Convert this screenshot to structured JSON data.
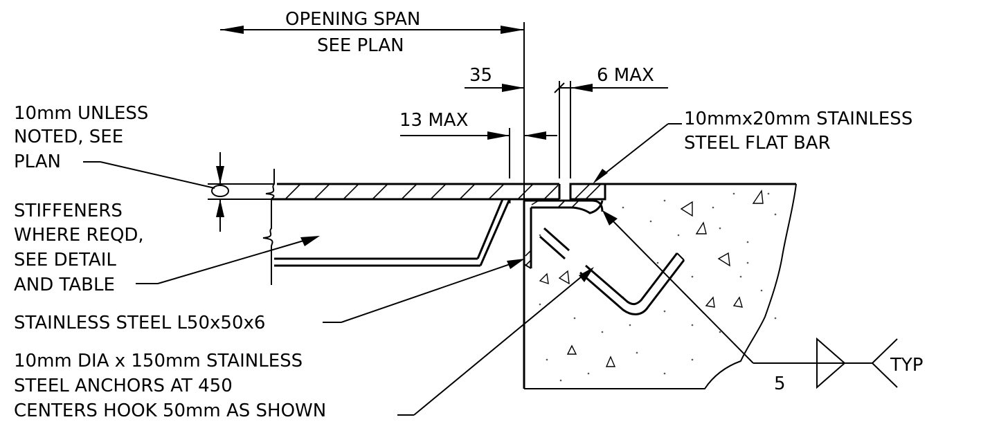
{
  "drawing": {
    "dimensions": {
      "opening_span": "OPENING SPAN",
      "see_plan": "SEE PLAN",
      "dim_35": "35",
      "dim_6max": "6 MAX",
      "dim_13max": "13 MAX"
    },
    "notes": {
      "thickness_1": "10mm UNLESS",
      "thickness_2": "NOTED, SEE",
      "thickness_3": "PLAN",
      "stiff_1": "STIFFENERS",
      "stiff_2": "WHERE REQD,",
      "stiff_3": "SEE DETAIL",
      "stiff_4": "AND TABLE",
      "angle": "STAINLESS STEEL L50x50x6",
      "anchor_1": "10mm DIA x 150mm STAINLESS",
      "anchor_2": "STEEL ANCHORS AT 450",
      "anchor_3": "CENTERS HOOK 50mm AS SHOWN",
      "flatbar_1": "10mmx20mm STAINLESS",
      "flatbar_2": "STEEL FLAT BAR"
    },
    "weld": {
      "size": "5",
      "note": "TYP"
    }
  }
}
